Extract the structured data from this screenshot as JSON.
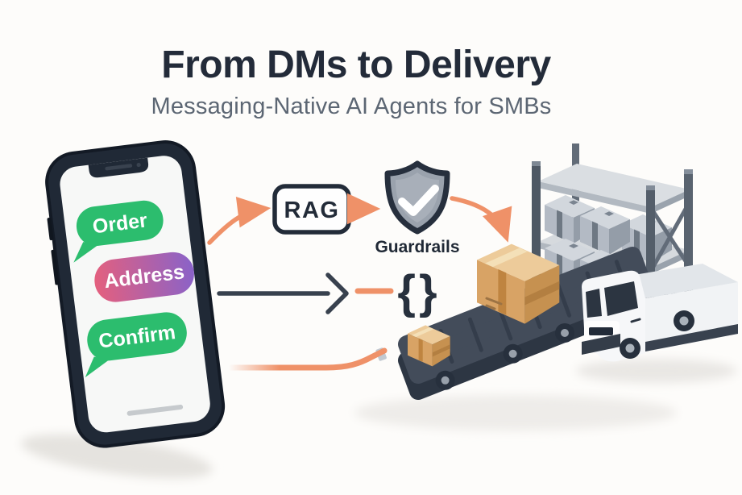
{
  "header": {
    "title": "From DMs to Delivery",
    "subtitle": "Messaging-Native AI Agents for SMBs"
  },
  "phone": {
    "messages": [
      {
        "label": "Order"
      },
      {
        "label": "Address"
      },
      {
        "label": "Confirm"
      }
    ]
  },
  "pipeline": {
    "rag": {
      "label": "RAG"
    },
    "guardrails": {
      "label": "Guardrails"
    },
    "payload": {
      "label": "{}"
    }
  },
  "colors": {
    "background": "#fdfcfa",
    "ink": "#232B39",
    "subtitle_gray": "#5C6673",
    "accent_orange": "#EF9168",
    "bubble_green": "#2CBD6E",
    "bubble_gradient_start": "#E4607E",
    "bubble_gradient_end": "#8A62C8",
    "phone_frame": "#202936",
    "belt_dark": "#434C5A",
    "shield_gray": "#9AA2AD",
    "cardboard": "#D8A365"
  }
}
